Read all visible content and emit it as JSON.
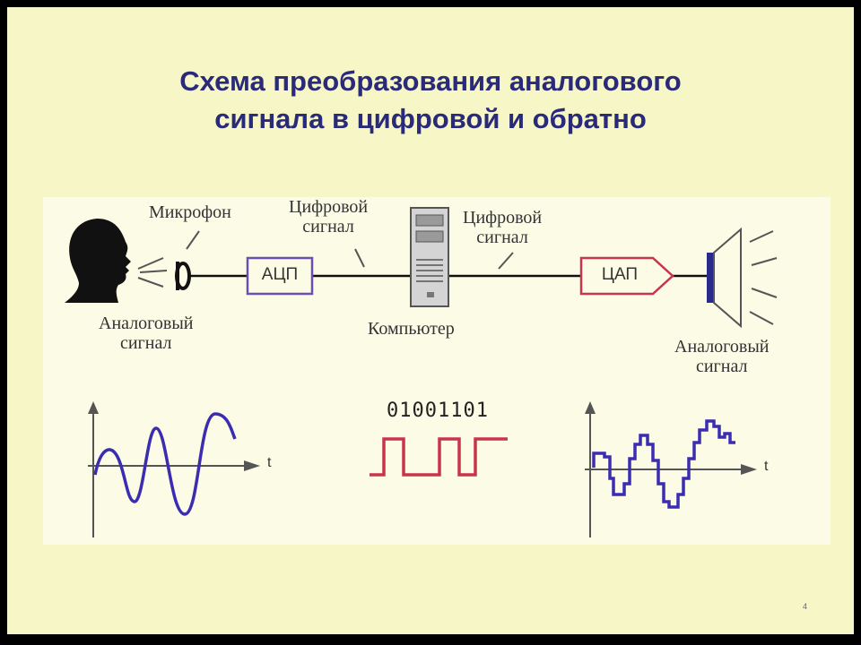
{
  "title": {
    "line1": "Схема преобразования аналогового",
    "line2": "сигнала в цифровой и обратно"
  },
  "labels": {
    "microphone": "Микрофон",
    "digital_left_1": "Цифровой",
    "digital_left_2": "сигнал",
    "digital_right_1": "Цифровой",
    "digital_right_2": "сигнал",
    "analog_left_1": "Аналоговый",
    "analog_left_2": "сигнал",
    "computer": "Компьютер",
    "analog_right_1": "Аналоговый",
    "analog_right_2": "сигнал"
  },
  "blocks": {
    "adc": "АЦП",
    "dac": "ЦАП"
  },
  "bits": "01001101",
  "axis_label": "t",
  "page_number": "4",
  "colors": {
    "title": "#2a2a7a",
    "adc_border": "#6a4fb0",
    "dac_border": "#c8344a",
    "analog_wave": "#3b2db0",
    "digital_wave": "#c8344a",
    "background": "#f7f6c6",
    "panel": "#fcfce6"
  },
  "icons": [
    "head-silhouette-icon",
    "microphone-icon",
    "computer-tower-icon",
    "speaker-icon"
  ]
}
